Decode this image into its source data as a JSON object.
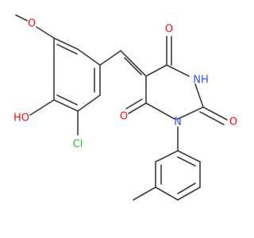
{
  "molecule": {
    "atoms": {
      "o_methoxy": {
        "label": "O",
        "color": "#ff0d0d"
      },
      "oh": {
        "label": "HO",
        "color": "#ff0d0d"
      },
      "cl": {
        "label": "Cl",
        "color": "#1fbf1f"
      },
      "o_top": {
        "label": "O",
        "color": "#ff0d0d"
      },
      "nh": {
        "label": "NH",
        "color": "#3050f8"
      },
      "o_right": {
        "label": "O",
        "color": "#ff0d0d"
      },
      "n1": {
        "label": "N",
        "color": "#3050f8"
      },
      "o_left": {
        "label": "O",
        "color": "#ff0d0d"
      }
    },
    "bond_color": "#3c3c3c",
    "background": "#ffffff"
  }
}
